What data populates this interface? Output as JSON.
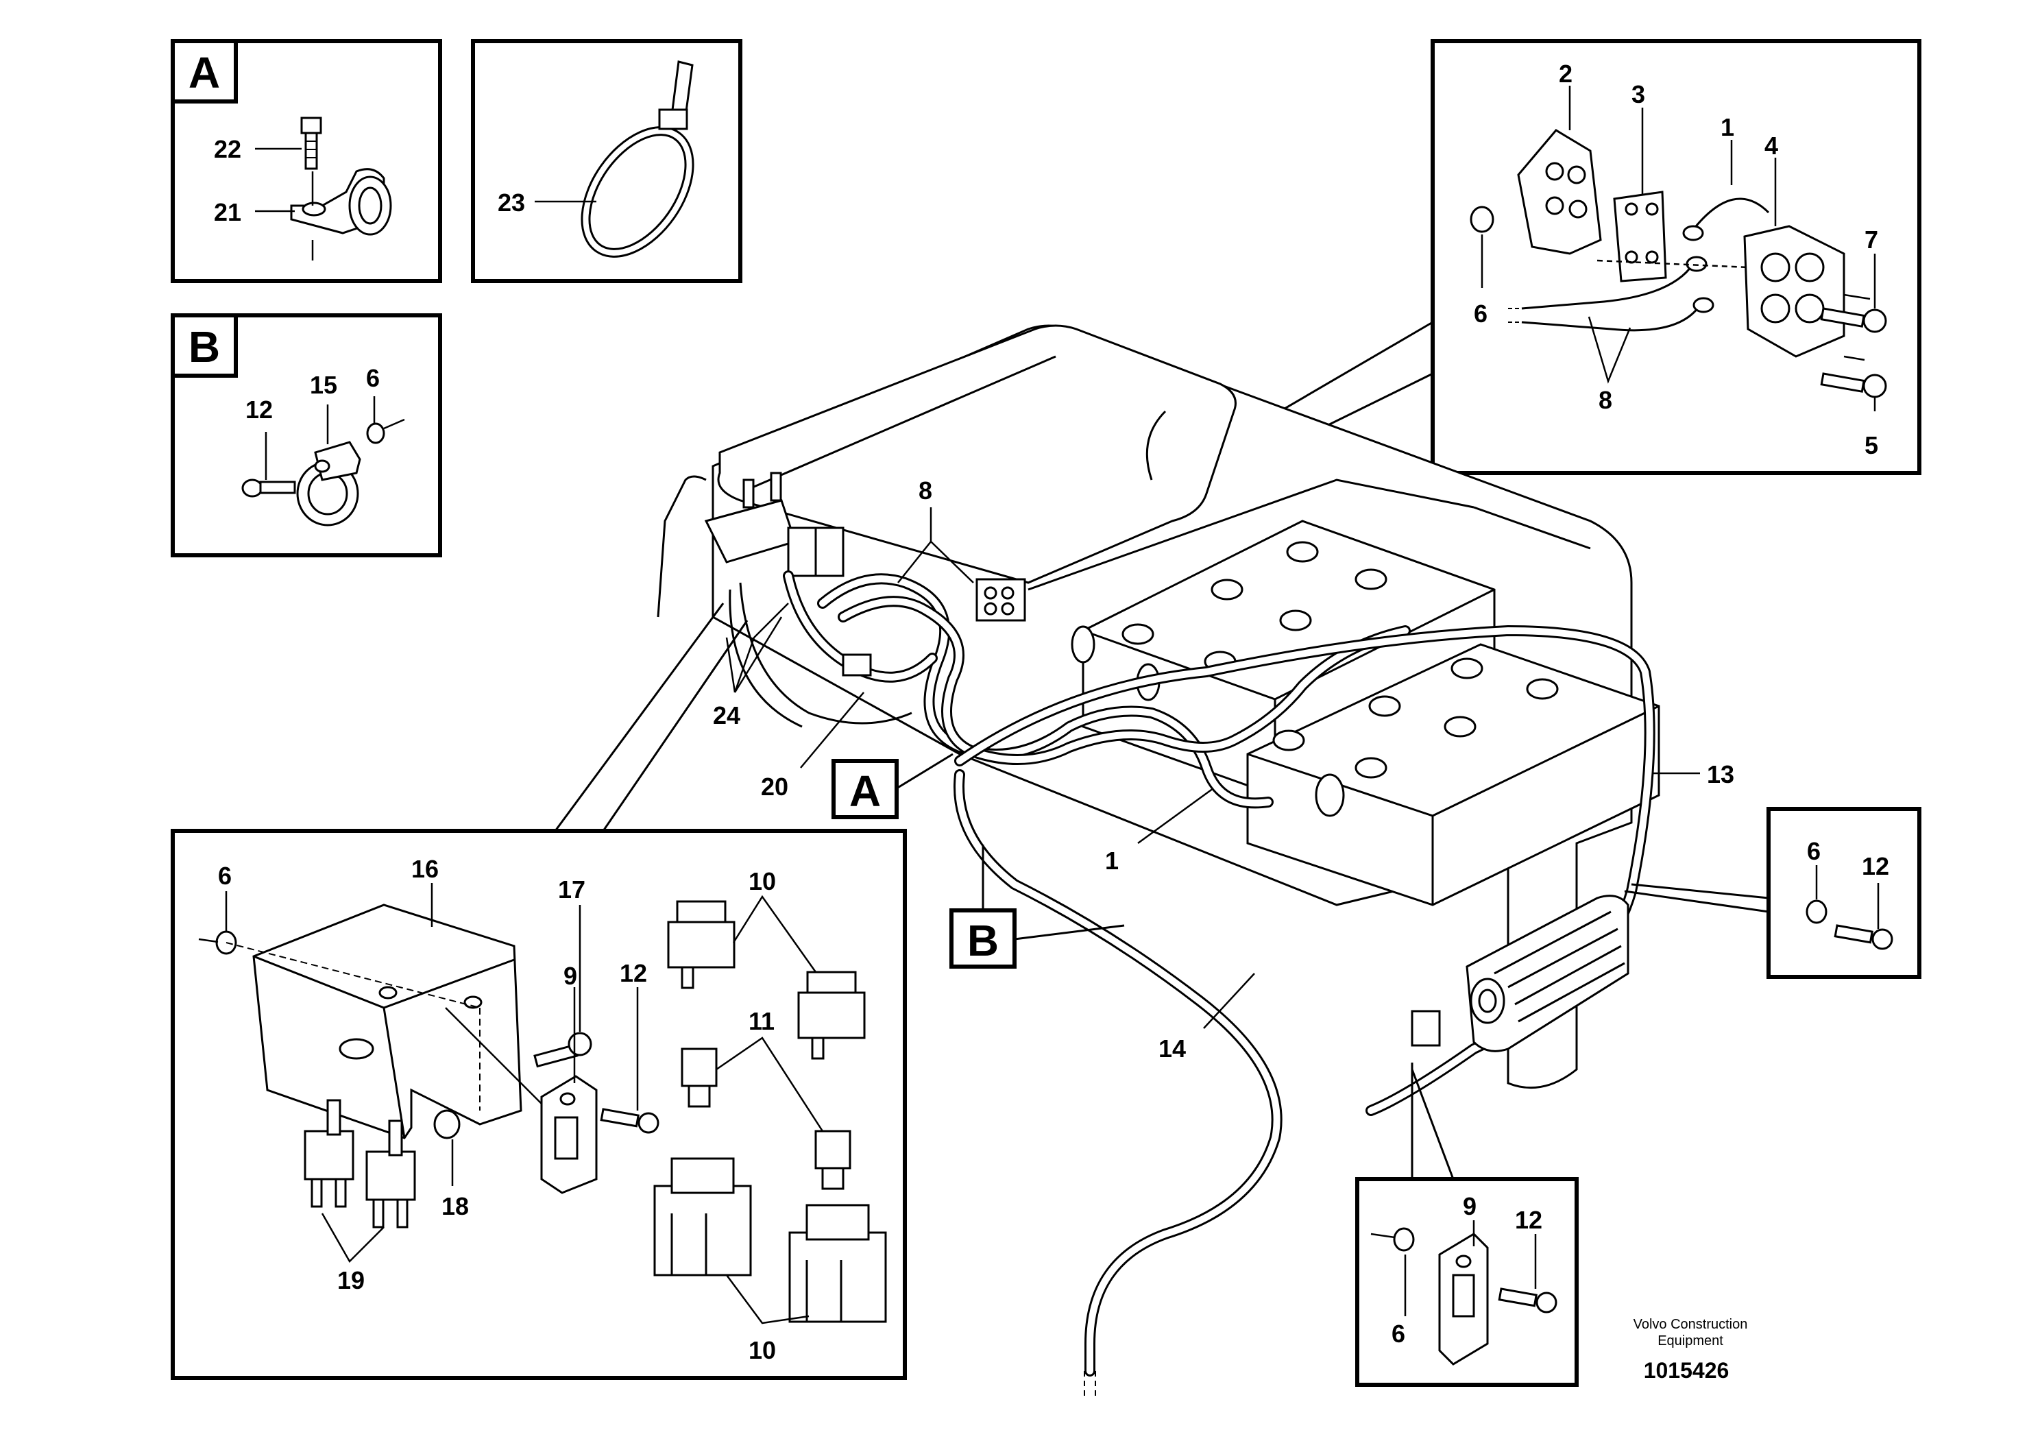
{
  "detail_tags": {
    "a": "A",
    "b": "B"
  },
  "callouts": {
    "c1": "1",
    "c2": "2",
    "c3": "3",
    "c4": "4",
    "c5": "5",
    "c6": "6",
    "c7": "7",
    "c8": "8",
    "c9": "9",
    "c10": "10",
    "c11": "11",
    "c12": "12",
    "c13": "13",
    "c14": "14",
    "c15": "15",
    "c16": "16",
    "c17": "17",
    "c18": "18",
    "c19": "19",
    "c20": "20",
    "c21": "21",
    "c22": "22",
    "c23": "23",
    "c24": "24"
  },
  "credit": {
    "line1": "Volvo Construction",
    "line2": "Equipment",
    "number": "1015426"
  }
}
